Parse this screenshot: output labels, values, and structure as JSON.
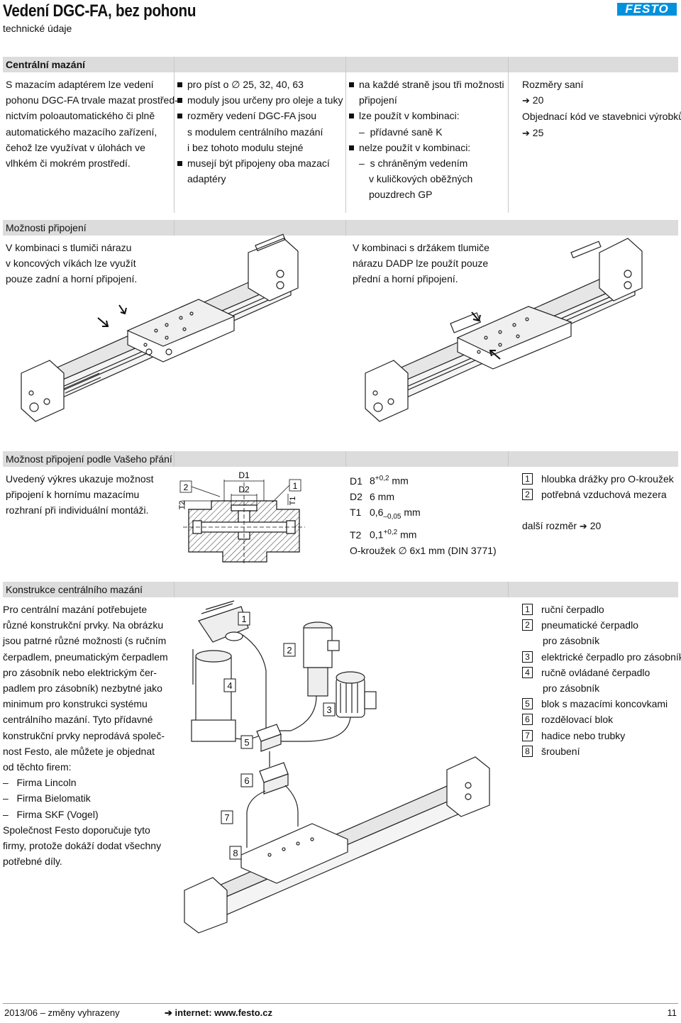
{
  "header": {
    "title": "Vedení DGC-FA, bez pohonu",
    "subtitle": "technické údaje",
    "logo": "FESTO"
  },
  "section1": {
    "heading": "Centrální mazání",
    "col1": [
      "S mazacím adaptérem lze vedení",
      "pohonu DGC-FA trvale mazat prostřed-",
      "nictvím poloautomatického či plně",
      "automatického mazacího zařízení,",
      "čehož lze využívat v úlohách ve",
      "vlhkém či mokrém prostředí."
    ],
    "col2": {
      "b1": "pro píst o ∅ 25, 32, 40, 63",
      "b2": "moduly jsou určeny pro oleje a tuky",
      "b3": "rozměry vedení DGC-FA jsou",
      "b3a": "s modulem centrálního mazání",
      "b3b": "i bez tohoto modulu stejné",
      "b4": "musejí být připojeny oba mazací",
      "b4a": "adaptéry"
    },
    "col3": {
      "b1": "na každé straně jsou tři možnosti",
      "b1a": "připojení",
      "b2": "lze použít v kombinaci:",
      "d1": "přídavné saně K",
      "b3": "nelze použít v kombinaci:",
      "d2": "s chráněným vedením",
      "d2a": "v kuličkových oběžných",
      "d2b": "pouzdrech GP"
    },
    "col4": {
      "l1": "Rozměry saní",
      "l2": "20",
      "l3": "Objednací kód ve stavebnici výrobků",
      "l4": "25"
    }
  },
  "section2": {
    "heading": "Možnosti připojení",
    "left": [
      "V kombinaci s tlumiči nárazu",
      "v koncových víkách lze využít",
      "pouze zadní a horní připojení."
    ],
    "right": [
      "V kombinaci s držákem tlumiče",
      "nárazu DADP lze použít pouze",
      "přední a horní připojení."
    ]
  },
  "section3": {
    "heading": "Možnost připojení podle Vašeho přání",
    "left": [
      "Uvedený výkres ukazuje možnost",
      "připojení k hornímu mazacímu",
      "rozhraní při individuální montáži."
    ],
    "drawing": {
      "d1": "D1",
      "d2": "D2",
      "t1": "T1",
      "t2": "T2",
      "n1": "1",
      "n2": "2"
    },
    "dims": [
      {
        "label": "D1",
        "value": "8",
        "sup": "+0,2",
        "unit": " mm"
      },
      {
        "label": "D2",
        "value": "6 mm",
        "sup": "",
        "unit": ""
      },
      {
        "label": "T1",
        "value": "0,6",
        "sub": "–0,05",
        "unit": " mm"
      },
      {
        "label": "T2",
        "value": "0,1",
        "sup": "+0,2",
        "unit": " mm"
      },
      {
        "label": "O-kroužek",
        "value": "∅ 6x1 mm (DIN 3771)"
      }
    ],
    "legend": [
      {
        "num": "1",
        "text": "hloubka drážky pro O-kroužek"
      },
      {
        "num": "2",
        "text": "potřebná vzduchová mezera"
      }
    ],
    "more": "další rozměr",
    "more_ref": "20"
  },
  "section4": {
    "heading": "Konstrukce centrálního mazání",
    "left": [
      "Pro centrální mazání potřebujete",
      "různé konstrukční prvky. Na obrázku",
      "jsou patrné různé možnosti (s ručním",
      "čerpadlem, pneumatickým čerpadlem",
      "pro zásobník nebo elektrickým čer-",
      "padlem pro zásobník) nezbytné jako",
      "minimum pro konstrukci systému",
      "centrálního mazání. Tyto přídavné",
      "konstrukční prvky neprodává společ-",
      "nost Festo, ale můžete je objednat",
      "od těchto firem:"
    ],
    "firms": [
      "Firma Lincoln",
      "Firma Bielomatik",
      "Firma SKF (Vogel)"
    ],
    "closing": [
      "Společnost Festo doporučuje tyto",
      "firmy, protože dokáží dodat všechny",
      "potřebné díly."
    ],
    "callouts": [
      "1",
      "2",
      "3",
      "4",
      "5",
      "6",
      "7",
      "8"
    ],
    "legend": [
      {
        "num": "1",
        "text": "ruční čerpadlo"
      },
      {
        "num": "2",
        "text": "pneumatické čerpadlo"
      },
      {
        "num": "",
        "text": "pro zásobník"
      },
      {
        "num": "3",
        "text": "elektrické čerpadlo pro zásobník"
      },
      {
        "num": "4",
        "text": "ručně ovládané čerpadlo"
      },
      {
        "num": "",
        "text": "pro zásobník"
      },
      {
        "num": "5",
        "text": "blok s mazacími koncovkami"
      },
      {
        "num": "6",
        "text": "rozdělovací blok"
      },
      {
        "num": "7",
        "text": "hadice nebo trubky"
      },
      {
        "num": "8",
        "text": "šroubení"
      }
    ]
  },
  "footer": {
    "left": "2013/06 – změny vyhrazeny",
    "center_label": "internet: www.festo.cz",
    "page": "11"
  },
  "colors": {
    "brand": "#0091dc",
    "section_bg": "#dcdcdc"
  }
}
